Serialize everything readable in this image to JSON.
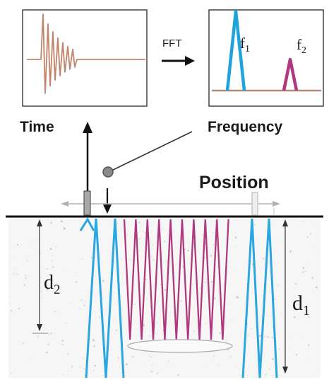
{
  "labels": {
    "time": "Time",
    "fft": "FFT",
    "frequency": "Frequency",
    "position": "Position",
    "f1": "f",
    "f1_sub": "1",
    "f2": "f",
    "f2_sub": "2",
    "d1": "d",
    "d1_sub": "1",
    "d2": "d",
    "d2_sub": "2"
  },
  "colors": {
    "time_signal": "#c0856a",
    "spectrum_base": "#b98a7a",
    "peak_f1": "#1fa3dd",
    "peak_f2": "#b0387e",
    "wave_blue": "#2aa6e0",
    "wave_magenta": "#b0387e",
    "surface": "#111111",
    "concrete_speckle": "#b7b7b7"
  },
  "icons": {
    "fft_arrow": "arrow-right-icon",
    "signal_up_arrow": "arrow-up-icon",
    "impact_down_arrow": "arrow-down-icon"
  }
}
